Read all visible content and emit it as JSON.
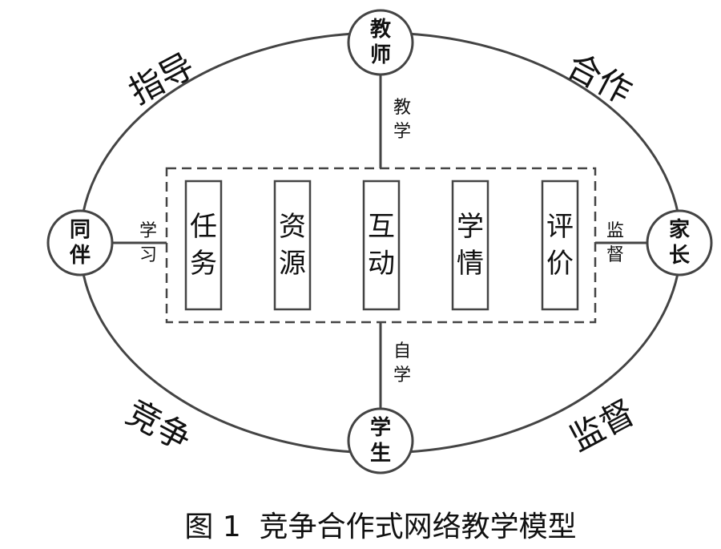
{
  "nodes": {
    "top": "教\n师",
    "left": "同\n伴",
    "right": "家\n长",
    "bottom": "学\n生"
  },
  "edge_labels": {
    "top_left": "指导",
    "top_right": "合作",
    "bottom_left": "竞争",
    "bottom_right": "监督"
  },
  "connector_labels": {
    "top": "教\n学",
    "left": "学\n习",
    "right": "监\n督",
    "bottom": "自\n学"
  },
  "center_boxes": [
    "任\n务",
    "资\n源",
    "互\n动",
    "学\n情",
    "评\n价"
  ],
  "caption": "图 1  竞争合作式网络教学模型"
}
